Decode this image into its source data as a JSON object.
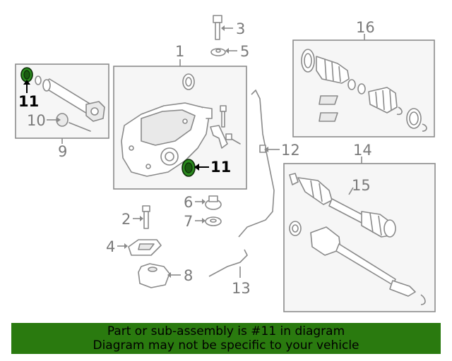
{
  "callouts": {
    "c1": "1",
    "c2": "2",
    "c3": "3",
    "c4": "4",
    "c5": "5",
    "c6": "6",
    "c7": "7",
    "c8": "8",
    "c9": "9",
    "c10": "10",
    "c11_left": "11",
    "c11_main": "11",
    "c12": "12",
    "c13": "13",
    "c14": "14",
    "c15": "15",
    "c16": "16"
  },
  "highlight_part": "11",
  "colors": {
    "highlight": "#2b8a1e",
    "banner": "#2a7a0f",
    "line": "#8a8a8a"
  },
  "banner": {
    "line1": "Part or sub-assembly is #11 in diagram",
    "line2": "Diagram may not be specific to your vehicle"
  }
}
